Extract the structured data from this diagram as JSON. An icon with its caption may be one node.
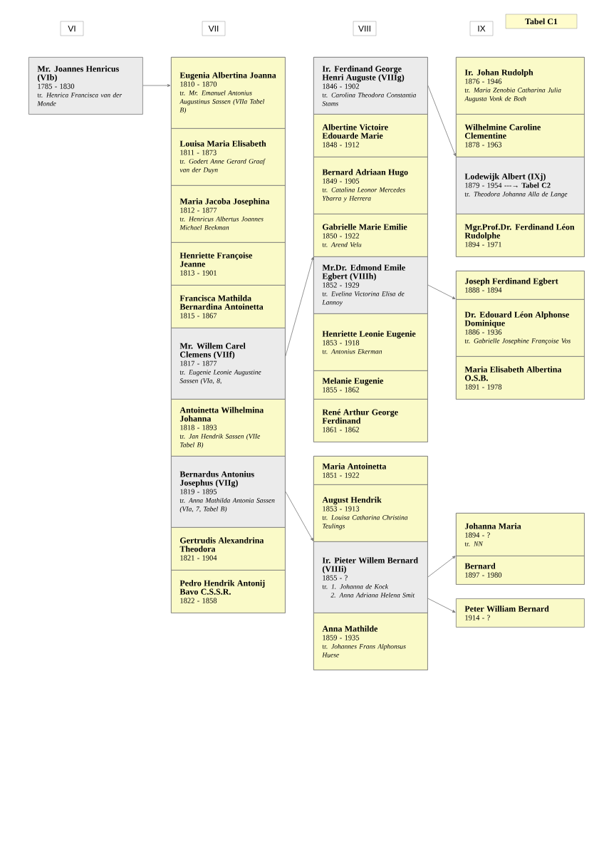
{
  "diagram": {
    "nodes": [
      {
        "text": [
          "VI"
        ]
      },
      {
        "text": [
          "VII"
        ]
      },
      {
        "text": [
          "VIII"
        ]
      },
      {
        "text": [
          "IX"
        ]
      },
      {
        "text": [
          "Tabel C1"
        ]
      },
      {
        "text": [
          "Mr. Joannes Henricus (VIb)",
          "1785 - 1830",
          "tr. *Henrica Francisca van der Monde*"
        ]
      },
      {
        "text": [],
        "shape": "box"
      },
      {
        "text": [
          "Eugenia Albertina Joanna",
          "1810 - 1870",
          "tr. *Mr. Emanuel Antonius Augustinus Sassen (VIIa Tabel B)*"
        ],
        "in": 6
      },
      {
        "text": [
          "Louisa Maria Elisabeth",
          "1811 - 1873",
          "tr. *Godert Anne Gerard Graaf van der Duyn*"
        ],
        "in": 6
      },
      {
        "text": [
          "Maria Jacoba Josephina",
          "1812 - 1877",
          "tr. *Henricus Albertus Joannes Michael Beekman*"
        ],
        "in": 6
      },
      {
        "text": [
          "Henriette Françoise Jeanne",
          "1813 - 1901"
        ],
        "in": 6
      },
      {
        "text": [
          "Francisca Mathilda Bernardina Antoinetta",
          "1815 - 1867"
        ],
        "in": 6
      },
      {
        "text": [
          "Mr. Willem Carel Clemens (VIIf)",
          "1817 - 1877",
          "tr. *Eugenie Leonie Augustine Sassen (VIa, 8,*"
        ],
        "in": 6
      },
      {
        "text": [
          "Antoinetta Wilhelmina Johanna",
          "1818 - 1893",
          "tr. *Jan Hendrik Sassen (VIIe Tabel B)*"
        ],
        "in": 6
      },
      {
        "text": [
          "Bernardus Antonius Josephus (VIIg)",
          "1819 - 1895",
          "tr. *Anna Mathilda Antonia Sassen (VIa, 7, Tabel B)*"
        ],
        "in": 6
      },
      {
        "text": [
          "Gertrudis Alexandrina Theodora",
          "1821 - 1904"
        ],
        "in": 6
      },
      {
        "text": [
          "Pedro Hendrik Antonij Bavo C.S.S.R.",
          "1822 - 1858"
        ],
        "in": 6
      },
      {
        "text": [],
        "shape": "box"
      },
      {
        "text": [
          "Ir. Ferdinand George Henri Auguste (VIIIg)",
          "1846 - 1902",
          "tr. *Carolina Theodora Constantia Stams*"
        ],
        "in": 17
      },
      {
        "text": [
          "Albertine Victoire Edouarde Marie",
          "1848 - 1912"
        ],
        "in": 17
      },
      {
        "text": [
          "Bernard Adriaan Hugo",
          "1849 - 1905",
          "tr. *Catalina Leonor Mercedes Ybarra y Herrera*"
        ],
        "in": 17
      },
      {
        "text": [
          "Gabrielle Marie Emilie",
          "1850 - 1922",
          "tr. *Arend Velu*"
        ],
        "in": 17
      },
      {
        "text": [
          "Mr.Dr. Edmond Emile Egbert (VIIIh)",
          "1852 - 1929",
          "tr. *Evelina Victorina Elisa de Lannoy*"
        ],
        "in": 17
      },
      {
        "text": [
          "Henriette Leonie Eugenie",
          "1853 - 1918",
          "tr. *Antonius Ekerman*"
        ],
        "in": 17
      },
      {
        "text": [
          "Melanie Eugenie",
          "1855 - 1862"
        ],
        "in": 17
      },
      {
        "text": [
          "René Arthur George Ferdinand",
          "1861 - 1862"
        ],
        "in": 17
      },
      {
        "text": [],
        "shape": "box"
      },
      {
        "text": [
          "Maria Antoinetta",
          "1851 - 1922"
        ],
        "in": 26
      },
      {
        "text": [
          "August Hendrik",
          "1853 - 1913",
          "tr. *Louisa Catharina Christina Teulings*"
        ],
        "in": 26
      },
      {
        "text": [
          "Ir. Pieter Willem Bernard (VIIIi)",
          "1855 - ?",
          "tr. *1. Johanna de Kock*",
          "*2. Anna Adriana Helena Smit*"
        ],
        "in": 26
      },
      {
        "text": [
          "Anna Mathilde",
          "1859 - 1935",
          "tr. *Johannes Frans Alphonsus Huese*"
        ],
        "in": 26
      },
      {
        "text": [],
        "shape": "box"
      },
      {
        "text": [
          "Ir. Johan Rudolph",
          "1876 - 1946",
          "tr. *Maria Zenobia Catharina Julia Augusta Vonk de Both*"
        ],
        "in": 31
      },
      {
        "text": [
          "Wilhelmine Caroline Clementine",
          "1878 - 1963"
        ],
        "in": 31
      },
      {
        "text": [
          "Lodewijk Albert (IXj)",
          "1879 - 1954 ---→ **Tabel C2**",
          "tr. *Theodora Johanna Alla de Lange*"
        ],
        "in": 31
      },
      {
        "text": [
          "Mgr.Prof.Dr. Ferdinand Léon Rudolphe",
          "1894 - 1971"
        ],
        "in": 31
      },
      {
        "text": [],
        "shape": "box"
      },
      {
        "text": [
          "Joseph Ferdinand Egbert",
          "1888 - 1894"
        ],
        "in": 36
      },
      {
        "text": [
          "Dr. Edouard Léon Alphonse Dominique",
          "1886 - 1936",
          "tr. *Gabrielle Josephine Françoise Vos*"
        ],
        "in": 36
      },
      {
        "text": [
          "Maria Elisabeth Albertina O.S.B.",
          "1891 - 1978"
        ],
        "in": 36
      },
      {
        "text": [],
        "shape": "box"
      },
      {
        "text": [
          "Johanna Maria",
          "1894 - ?",
          "tr. *NN*"
        ],
        "in": 40
      },
      {
        "text": [
          "Bernard",
          "1897 - 1980"
        ],
        "in": 40
      },
      {
        "text": [
          "Peter William Bernard",
          "1914 - ?"
        ]
      }
    ],
    "edges": [
      {
        "from": 5,
        "to": 6,
        "arrow": "to"
      },
      {
        "from": 12,
        "to": 17,
        "arrow": "to"
      },
      {
        "from": 14,
        "to": 26,
        "arrow": "to"
      },
      {
        "from": 18,
        "to": 31,
        "arrow": "to"
      },
      {
        "from": 22,
        "to": 36,
        "arrow": "to"
      },
      {
        "from": 29,
        "to": 40,
        "arrow": "to"
      },
      {
        "from": 29,
        "to": 43,
        "arrow": "to"
      }
    ]
  }
}
